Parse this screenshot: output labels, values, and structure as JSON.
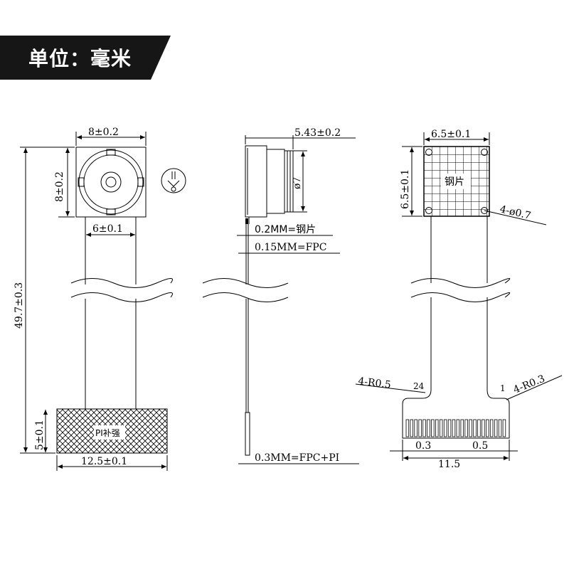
{
  "banner": {
    "text": "单位：毫米"
  },
  "front_view": {
    "lens_width": "8±0.2",
    "lens_height": "8±0.2",
    "flex_width": "6±0.1",
    "total_length": "49.7±0.3",
    "stiffener_height": "5±0.1",
    "stiffener_width": "12.5±0.1",
    "stiffener_label": "PI补强"
  },
  "side_view": {
    "module_height": "5.43±0.2",
    "lens_diameter": "ø7",
    "steel_thickness": "0.2MM=钢片",
    "fpc_thickness": "0.15MM=FPC",
    "end_thickness": "0.3MM=FPC+PI"
  },
  "back_view": {
    "plate_width": "6.5±0.1",
    "plate_height": "6.5±0.1",
    "plate_label": "钢片",
    "holes": "4-ø0.7",
    "radius_left": "4-R0.5",
    "radius_right": "4-R0.3",
    "pin_start": "24",
    "pin_end": "1",
    "pitch": "0.3",
    "gap": "0.5",
    "connector_width": "11.5"
  }
}
